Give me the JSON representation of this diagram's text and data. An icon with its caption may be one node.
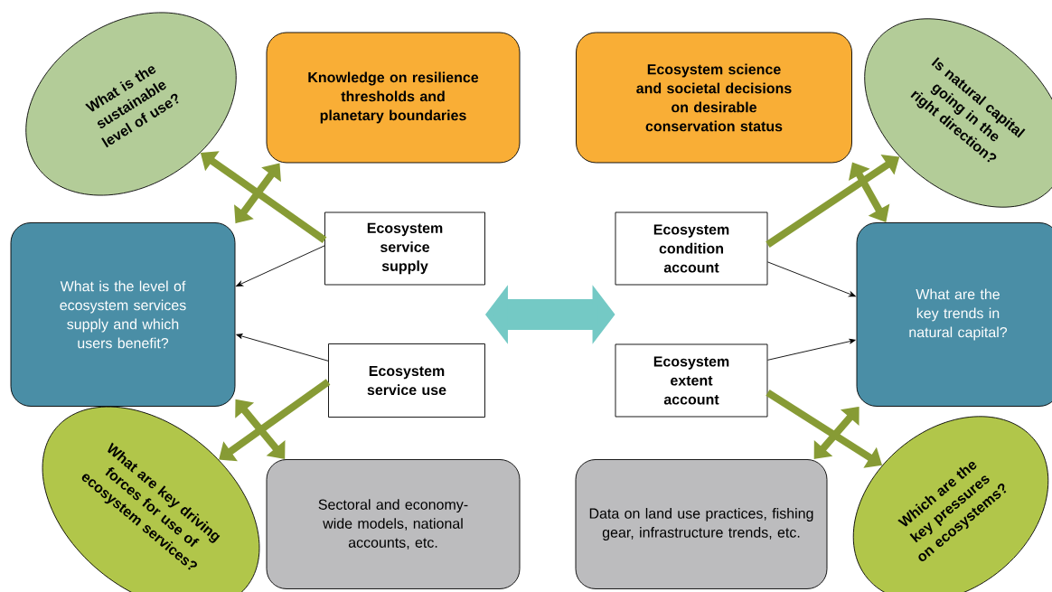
{
  "diagram": {
    "nodes": [
      {
        "text": [
          "What is the sustainable level of use?"
        ]
      },
      {
        "text": [
          "Knowledge on resilience thresholds and planetary boundaries"
        ]
      },
      {
        "text": [
          "Ecosystem science and societal decisions on desirable conservation status"
        ]
      },
      {
        "text": [
          "Is natural capital going in the right direction?"
        ]
      },
      {
        "text": [
          "What is the level of ecosystem services supply and which users benefit?"
        ]
      },
      {
        "text": [
          "Ecosystem service supply"
        ]
      },
      {
        "text": [
          "Ecosystem condition account"
        ]
      },
      {
        "text": [
          "What are the key trends in natural capital?"
        ]
      },
      {
        "text": [
          "Ecosystem service use"
        ]
      },
      {
        "text": [
          "Ecosystem extent account"
        ]
      },
      {
        "text": [
          "What are key driving forces for use of ecosystem services?"
        ]
      },
      {
        "text": [
          "Sectoral and economy-wide models, national accounts, etc."
        ]
      },
      {
        "text": [
          "Data on land use practices, fishing gear, infrastructure trends, etc."
        ]
      },
      {
        "text": [
          "Which are the key pressures on ecosystems?"
        ]
      }
    ],
    "edges": [
      {
        "from": 5,
        "to": 0,
        "arrow": "to"
      },
      {
        "from": 4,
        "to": 1,
        "arrow": "both"
      },
      {
        "from": 5,
        "to": 4,
        "arrow": "to",
        "color": "#000000"
      },
      {
        "from": 8,
        "to": 4,
        "arrow": "to",
        "color": "#000000"
      },
      {
        "from": 8,
        "to": 10,
        "arrow": "to"
      },
      {
        "from": 4,
        "to": 11,
        "arrow": "both"
      },
      {
        "from": 6,
        "to": 3,
        "arrow": "to"
      },
      {
        "from": 2,
        "to": 7,
        "arrow": "both"
      },
      {
        "from": 6,
        "to": 7,
        "arrow": "to",
        "color": "#000000"
      },
      {
        "from": 9,
        "to": 7,
        "arrow": "to",
        "color": "#000000"
      },
      {
        "from": 9,
        "to": 13,
        "arrow": "to"
      },
      {
        "from": 12,
        "to": 7,
        "arrow": "both"
      },
      {
        "from": 8,
        "to": 6,
        "arrow": "both",
        "style": "thick",
        "color": "#74c9c5"
      }
    ]
  }
}
